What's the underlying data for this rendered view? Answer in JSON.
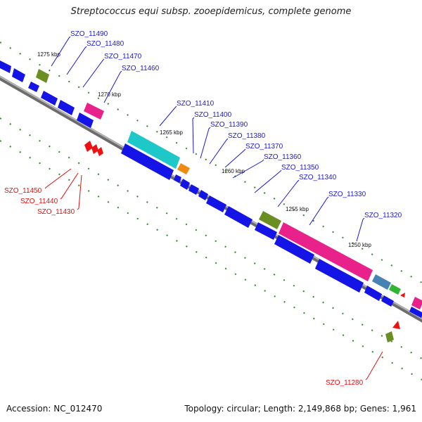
{
  "title": "Streptococcus equi subsp. zooepidemicus, complete genome",
  "footer": {
    "accession": "Accession: NC_012470",
    "summary": "Topology: circular; Length: 2,149,868 bp; Genes: 1,961"
  },
  "colors": {
    "cds_forward": "#1414e6",
    "cds_reverse": "#ee1111",
    "backbone": "#9a9a9a",
    "tick": "#2a8a2a",
    "label_forward": "#1a1ad8",
    "label_reverse": "#e01010"
  },
  "kbp_ticks": [
    "1275 kbp",
    "1270 kbp",
    "1265 kbp",
    "1260 kbp",
    "1255 kbp",
    "1250 kbp"
  ],
  "gene_labels_forward": [
    "SZO_11490",
    "SZO_11480",
    "SZO_11470",
    "SZO_11460",
    "SZO_11410",
    "SZO_11400",
    "SZO_11390",
    "SZO_11380",
    "SZO_11370",
    "SZO_11360",
    "SZO_11350",
    "SZO_11340",
    "SZO_11330",
    "SZO_11320"
  ],
  "gene_labels_reverse": [
    "SZO_11450",
    "SZO_11440",
    "SZO_11430",
    "SZO_11280"
  ]
}
